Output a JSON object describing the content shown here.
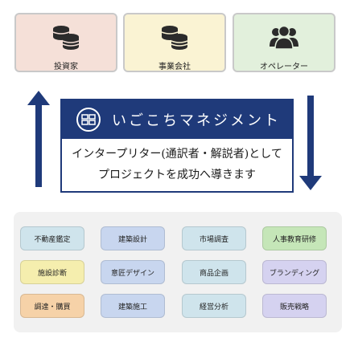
{
  "stakeholders": [
    {
      "id": "investor",
      "label": "投資家",
      "icon": "coins-icon"
    },
    {
      "id": "company",
      "label": "事業会社",
      "icon": "coins-icon"
    },
    {
      "id": "operator",
      "label": "オペレーター",
      "icon": "people-icon"
    }
  ],
  "center": {
    "title": "いごこちマネジメント",
    "line1": "インタープリター(通訳者・解説者)として",
    "line2": "プロジェクトを成功へ導きます"
  },
  "colors": {
    "navy": "#1f3a7a",
    "investor_bg": "#f5e0d8",
    "company_bg": "#faf3d3",
    "operator_bg": "#e2f0dc",
    "blue_chip": "#c8d6ef",
    "teal_chip": "#cfe4ec",
    "lavender_chip": "#d5d2f0",
    "green_chip": "#c5e6b8",
    "yellow_chip": "#f5eeae",
    "orange_chip": "#f6d2a8"
  },
  "services": {
    "row1": [
      "不動産鑑定",
      "建築設計",
      "市場調査",
      "人事教育研修"
    ],
    "row2": [
      "施設診断",
      "意匠デザイン",
      "商品企画",
      "ブランディング"
    ],
    "row3": [
      "調達・購買",
      "建築施工",
      "経営分析",
      "販売戦略"
    ]
  }
}
